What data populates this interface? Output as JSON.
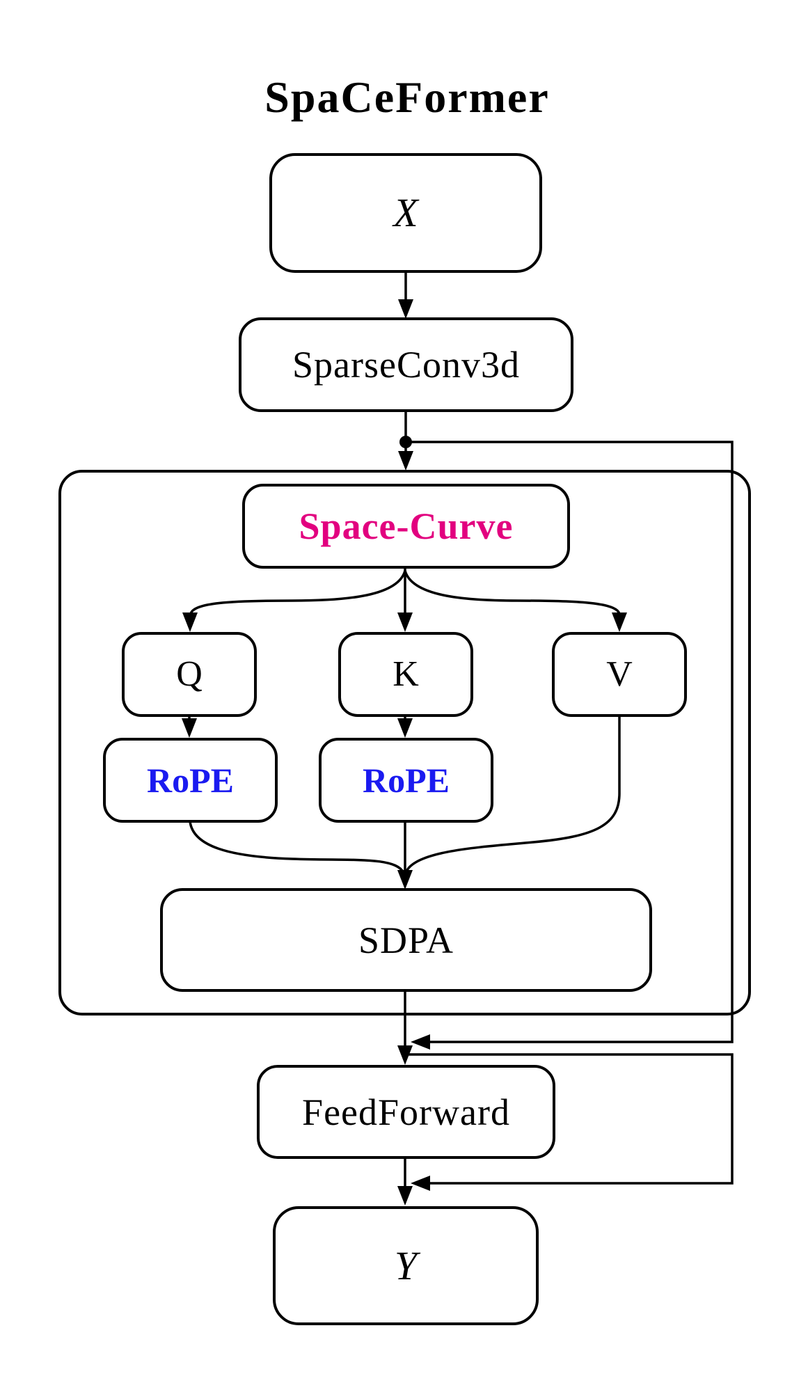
{
  "diagram": {
    "title": "SpaCeFormer",
    "nodes": {
      "x": {
        "label": "X"
      },
      "sparseconv3d": {
        "label": "SparseConv3d"
      },
      "space_curve": {
        "label": "Space-Curve",
        "color": "#E2007F"
      },
      "q": {
        "label": "Q"
      },
      "k": {
        "label": "K"
      },
      "v": {
        "label": "V"
      },
      "rope_q": {
        "label": "RoPE",
        "color": "#1A1AF0"
      },
      "rope_k": {
        "label": "RoPE",
        "color": "#1A1AF0"
      },
      "sdpa": {
        "label": "SDPA"
      },
      "feedforward": {
        "label": "FeedForward"
      },
      "y": {
        "label": "Y"
      }
    },
    "colors": {
      "stroke": "#000000",
      "background": "#FFFFFF",
      "space_curve_text": "#E2007F",
      "rope_text": "#1A1AF0"
    }
  }
}
